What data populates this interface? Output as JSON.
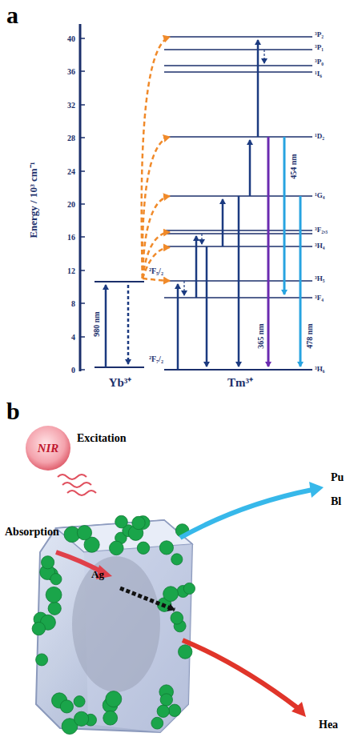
{
  "diagram": {
    "nodes": [
      {
        "text": [
          "NIR"
        ]
      }
    ],
    "labels": [
      "a",
      "Energy / 10³ cm⁻¹",
      "40",
      "36",
      "32",
      "28",
      "24",
      "20",
      "16",
      "12",
      "8",
      "4",
      "0",
      "980 nm",
      "²F₅/₂",
      "²F₇/₂",
      "³P₂",
      "³P₁",
      "³P₀",
      "¹I₆",
      "¹D₂",
      "¹G₄",
      "³F₂,₃",
      "³H₄",
      "³H₅",
      "³F₄",
      "³H₆",
      "454 nm",
      "365 nm",
      "478 nm",
      "Yb³⁺",
      "Tm³⁺",
      "b",
      "Excitation",
      "Absorption",
      "Ag",
      "Pu",
      "Bl",
      "Hea"
    ]
  }
}
